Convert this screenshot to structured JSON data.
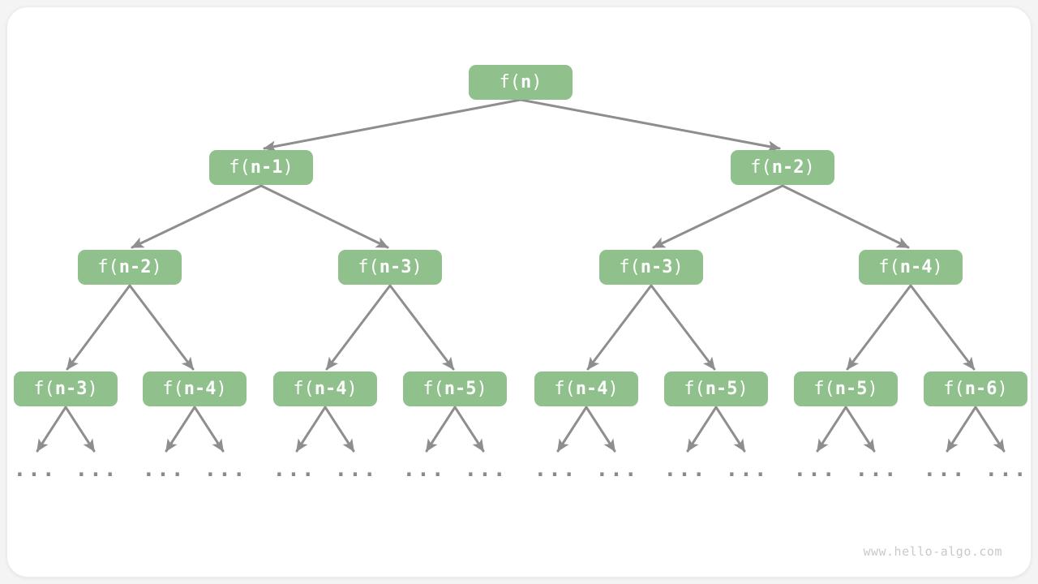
{
  "colors": {
    "node_green": "#90C08C",
    "arrow_gray": "#8E8E8E",
    "dot_gray": "#8A8A8A",
    "watermark_gray": "#C9C9C9",
    "card_bg": "#FFFFFF",
    "page_bg": "#F4F4F4"
  },
  "watermark": "www.hello-algo.com",
  "tree": {
    "ellipsis": "...",
    "nodes": [
      {
        "prefix": "f(",
        "arg": "n",
        "suffix": ")"
      },
      {
        "prefix": "f(",
        "arg": "n-1",
        "suffix": ")"
      },
      {
        "prefix": "f(",
        "arg": "n-2",
        "suffix": ")"
      },
      {
        "prefix": "f(",
        "arg": "n-2",
        "suffix": ")"
      },
      {
        "prefix": "f(",
        "arg": "n-3",
        "suffix": ")"
      },
      {
        "prefix": "f(",
        "arg": "n-3",
        "suffix": ")"
      },
      {
        "prefix": "f(",
        "arg": "n-4",
        "suffix": ")"
      },
      {
        "prefix": "f(",
        "arg": "n-3",
        "suffix": ")"
      },
      {
        "prefix": "f(",
        "arg": "n-4",
        "suffix": ")"
      },
      {
        "prefix": "f(",
        "arg": "n-4",
        "suffix": ")"
      },
      {
        "prefix": "f(",
        "arg": "n-5",
        "suffix": ")"
      },
      {
        "prefix": "f(",
        "arg": "n-4",
        "suffix": ")"
      },
      {
        "prefix": "f(",
        "arg": "n-5",
        "suffix": ")"
      },
      {
        "prefix": "f(",
        "arg": "n-5",
        "suffix": ")"
      },
      {
        "prefix": "f(",
        "arg": "n-6",
        "suffix": ")"
      }
    ]
  }
}
